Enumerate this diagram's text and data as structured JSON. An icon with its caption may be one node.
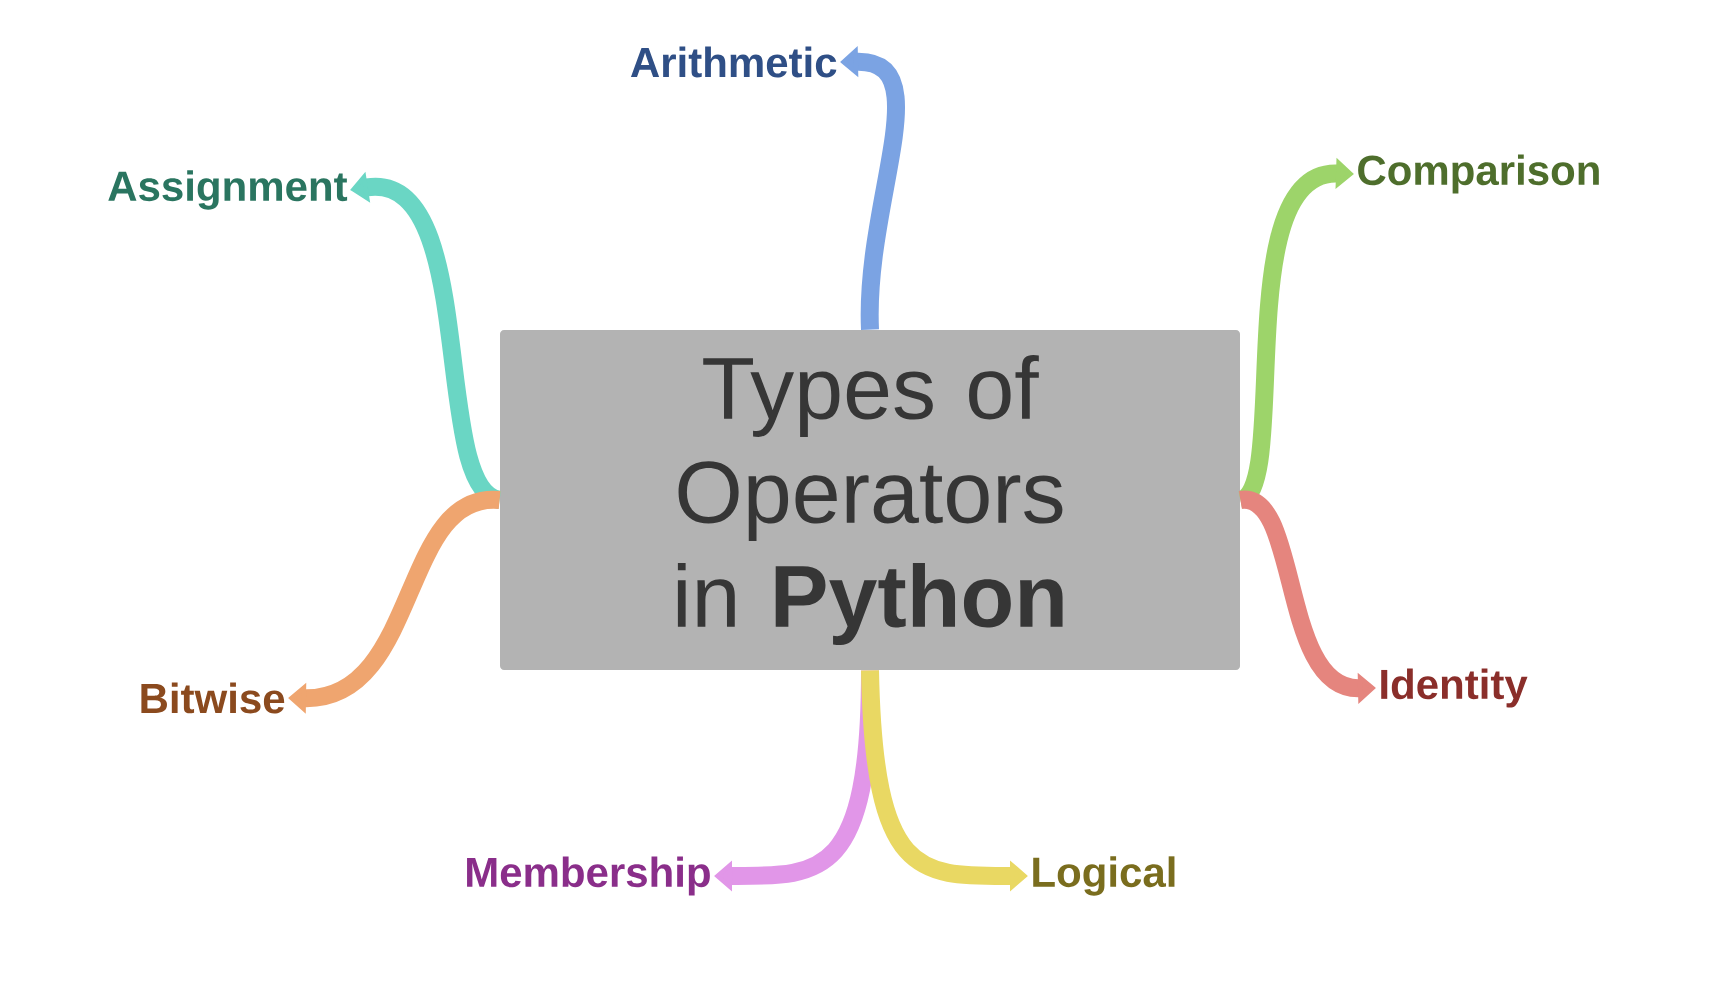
{
  "diagram": {
    "nodes": [
      {
        "text": [
          "Types of Operators in **Python**"
        ]
      },
      {
        "text": [
          "Arithmetic"
        ]
      },
      {
        "text": [
          "Assignment"
        ]
      },
      {
        "text": [
          "Comparison"
        ]
      },
      {
        "text": [
          "Bitwise"
        ]
      },
      {
        "text": [
          "Identity"
        ]
      },
      {
        "text": [
          "Membership"
        ]
      },
      {
        "text": [
          "Logical"
        ]
      }
    ],
    "edges": [
      {
        "from": 0,
        "to": 1,
        "arrow": "to",
        "color": "#7ba3e3"
      },
      {
        "from": 0,
        "to": 2,
        "arrow": "to",
        "color": "#6ad6c4"
      },
      {
        "from": 0,
        "to": 3,
        "arrow": "to",
        "color": "#9dd46a"
      },
      {
        "from": 0,
        "to": 4,
        "arrow": "to",
        "color": "#efa56f"
      },
      {
        "from": 0,
        "to": 5,
        "arrow": "to",
        "color": "#e5857e"
      },
      {
        "from": 0,
        "to": 6,
        "arrow": "to",
        "color": "#e196e8"
      },
      {
        "from": 0,
        "to": 7,
        "arrow": "to",
        "color": "#e9d863"
      }
    ]
  }
}
